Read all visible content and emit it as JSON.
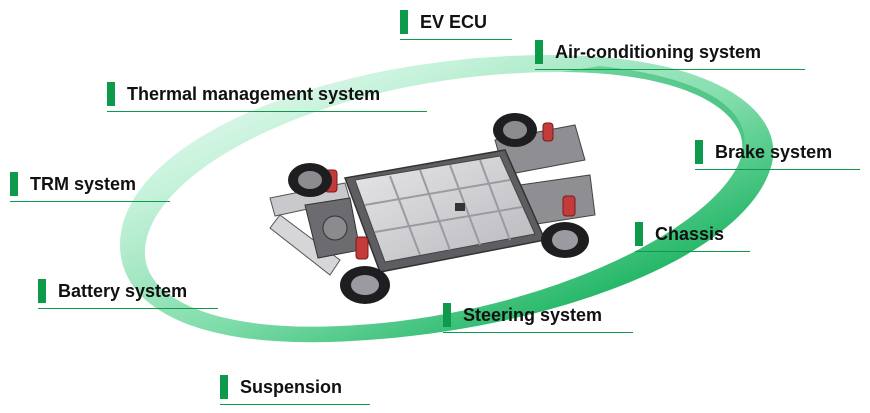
{
  "labels": [
    {
      "id": "ev-ecu",
      "text": "EV ECU"
    },
    {
      "id": "air-conditioning",
      "text": "Air-conditioning system"
    },
    {
      "id": "thermal-management",
      "text": "Thermal management system"
    },
    {
      "id": "brake",
      "text": "Brake system"
    },
    {
      "id": "trm",
      "text": "TRM system"
    },
    {
      "id": "chassis",
      "text": "Chassis"
    },
    {
      "id": "battery",
      "text": "Battery system"
    },
    {
      "id": "steering",
      "text": "Steering system"
    },
    {
      "id": "suspension",
      "text": "Suspension"
    }
  ],
  "colors": {
    "accent": "#0e9a4b",
    "ring_dark": "#0e9a4b",
    "ring_light": "#9fe7c4"
  },
  "image": {
    "subject": "ev-chassis-platform"
  }
}
